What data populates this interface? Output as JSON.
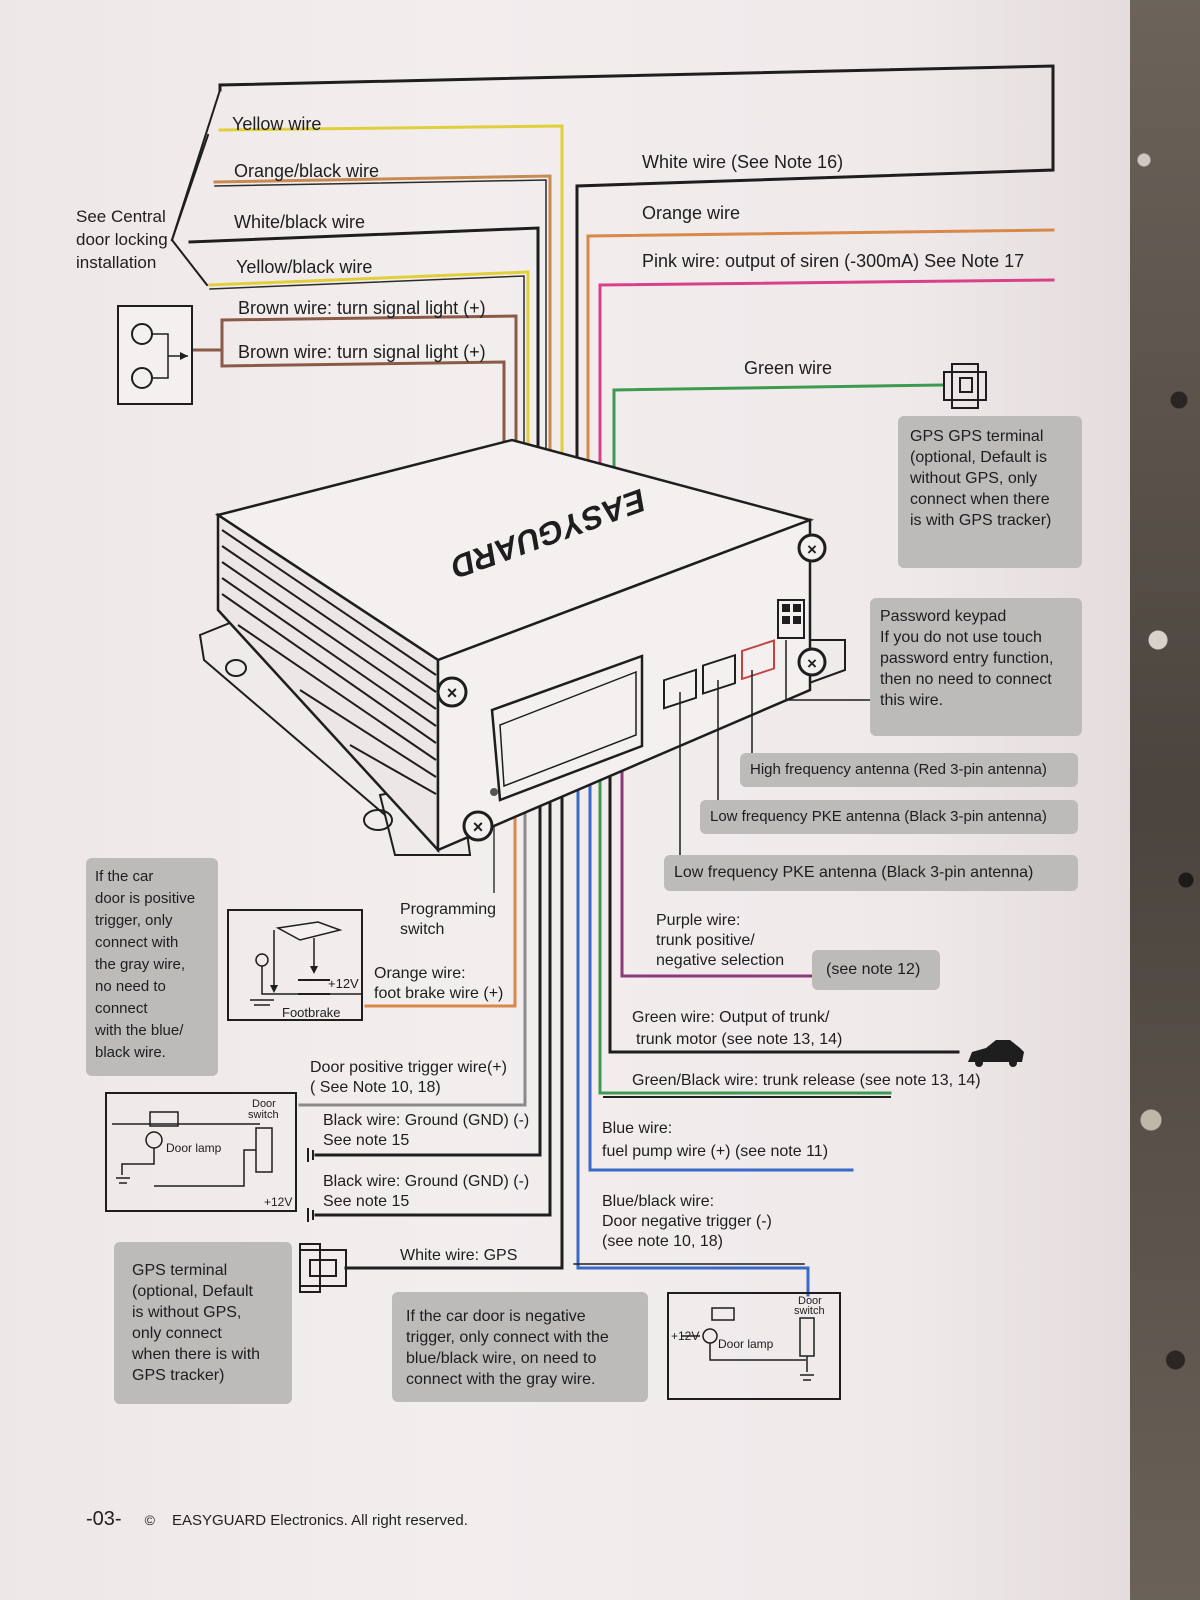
{
  "colors": {
    "yellow": "#e0cf3a",
    "orange": "#d9884a",
    "brown": "#8a5a46",
    "pink": "#d8408a",
    "green": "#3e9a50",
    "purple": "#8a3a7a",
    "blue": "#3a6ac8",
    "black": "#1e1e1e",
    "gray_box": "#bdbaba"
  },
  "labels": {
    "central_lock": [
      "See Central",
      "door locking",
      "installation"
    ],
    "yellow": "Yellow wire",
    "orange_black": "Orange/black wire",
    "white_black": "White/black wire",
    "yellow_black": "Yellow/black wire",
    "brown1": "Brown wire: turn signal light (+)",
    "brown2": "Brown wire: turn signal light (+)",
    "white_note16": "White wire (See  Note 16)",
    "orange": "Orange wire",
    "pink": "Pink wire: output of siren (-300mA)  See Note 17",
    "green": "Green wire",
    "brand": "EASYGUARD",
    "high_freq": "High frequency antenna (Red 3-pin antenna)",
    "low_freq1": "Low frequency PKE antenna (Black 3-pin antenna)",
    "low_freq2": "Low frequency PKE antenna (Black  3-pin  antenna)",
    "programming": [
      "Programming",
      "switch"
    ],
    "orange_brake": [
      "Orange wire:",
      "foot brake wire (+)"
    ],
    "footbrake": "Footbrake",
    "plus12v": "+12V",
    "purple": [
      "Purple wire:",
      "trunk positive/",
      "negative selection"
    ],
    "note12": "(see note 12)",
    "green_trunk": [
      "Green wire: Output of trunk/",
      "trunk motor (see note 13, 14)"
    ],
    "door_positive": [
      "Door positive trigger wire(+)",
      "( See Note 10, 18)"
    ],
    "green_black": "Green/Black wire: trunk release (see note 13, 14)",
    "door_switch": [
      "Door",
      "switch"
    ],
    "door_lamp": "Door lamp",
    "ground1": [
      "Black wire: Ground (GND) (-)",
      "See note 15"
    ],
    "ground2": [
      "Black wire: Ground (GND) (-)",
      "See note 15"
    ],
    "blue": [
      "Blue wire:",
      "fuel pump wire (+) (see note 11)"
    ],
    "blue_black": [
      "Blue/black wire:",
      "Door negative trigger (-)",
      "(see note 10, 18)"
    ],
    "white_gps": "White wire: GPS"
  },
  "boxes": {
    "gps_top": [
      "GPS  GPS terminal",
      "(optional, Default is",
      "without GPS, only",
      "connect when there",
      "is with GPS tracker)"
    ],
    "keypad": [
      "Password keypad",
      "If you do not use touch",
      "password entry function,",
      "then no need to connect",
      "this wire."
    ],
    "positive_trigger": [
      "If the car",
      "door is positive",
      "trigger, only",
      "connect with",
      "the gray wire,",
      "no need to",
      "connect",
      " with the blue/",
      "black wire."
    ],
    "gps_bottom": [
      "GPS terminal",
      "(optional, Default",
      "is without GPS,",
      "only connect",
      "when there is with",
      "GPS tracker)"
    ],
    "negative_trigger": [
      "If the car  door is negative",
      "trigger, only connect with the",
      "blue/black wire, on need to",
      "connect with the gray wire."
    ]
  },
  "footer": {
    "page": "-03-",
    "copyright_symbol": "©",
    "text": "EASYGUARD  Electronics.  All  right reserved."
  }
}
